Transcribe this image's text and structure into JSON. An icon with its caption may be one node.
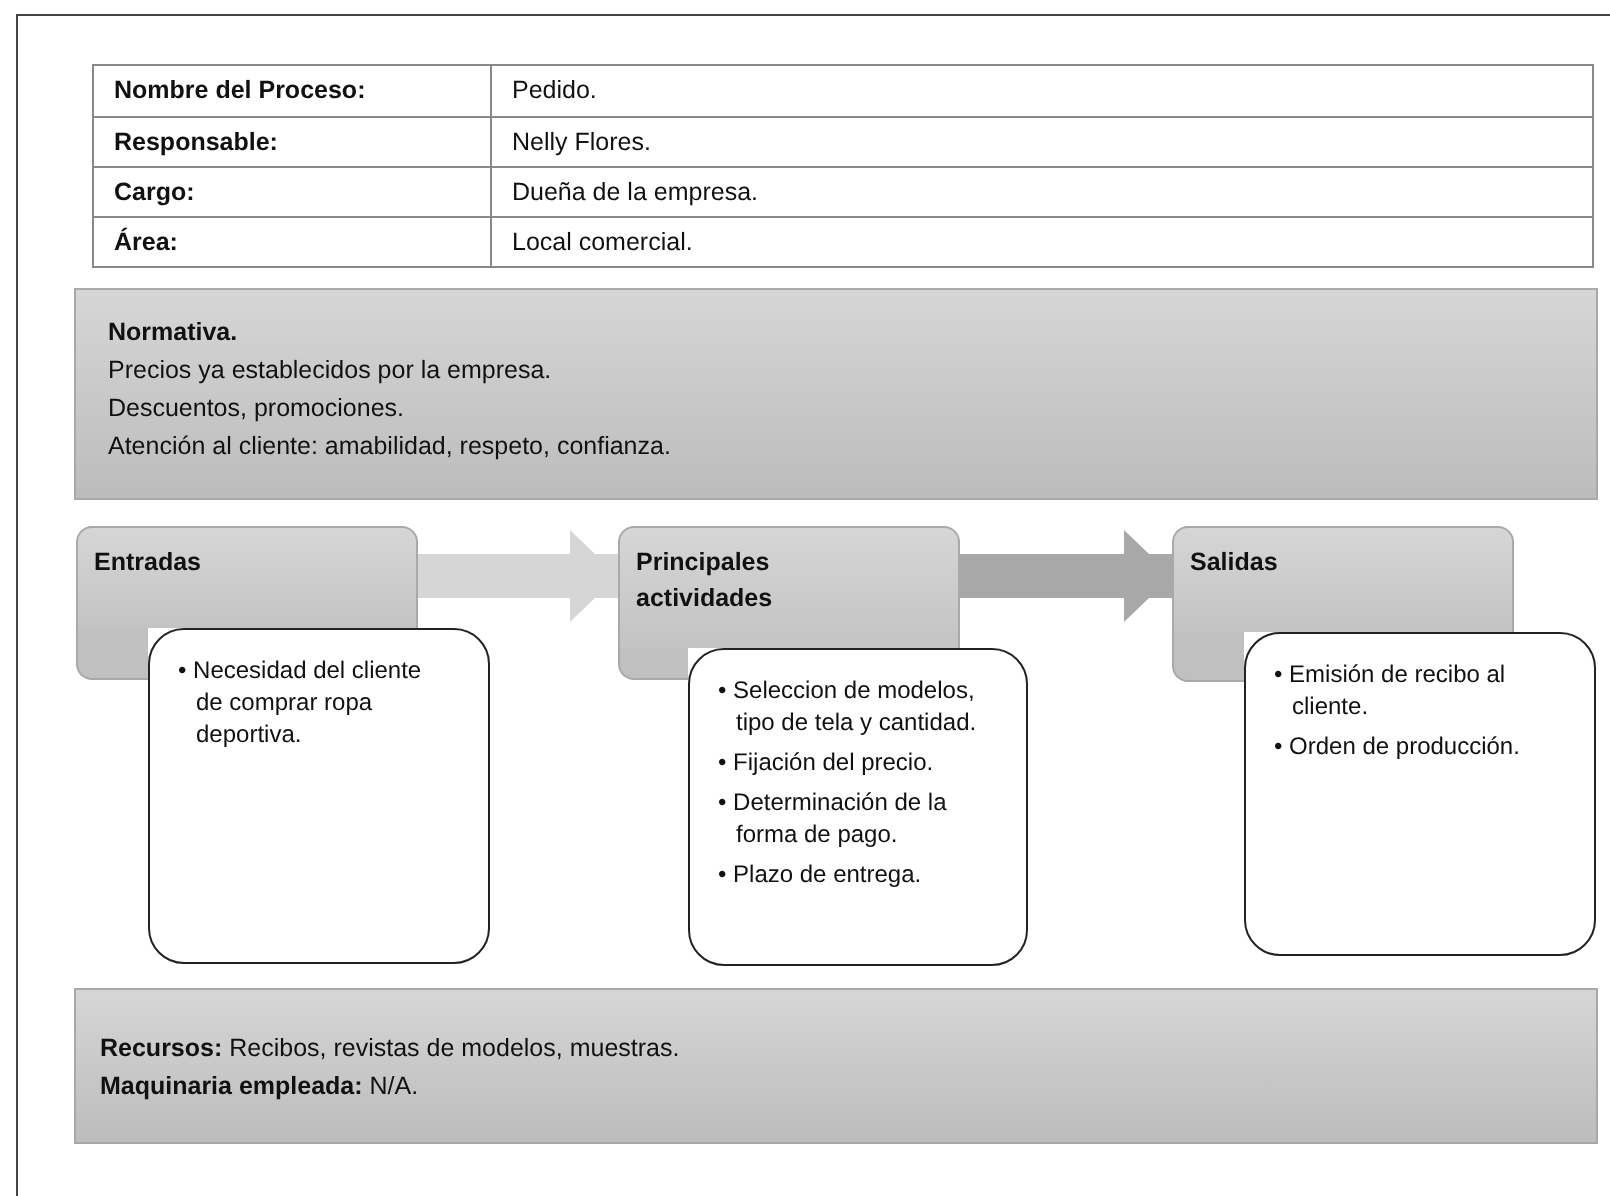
{
  "diagram": {
    "nodes": [
      {
        "text": [
          "Normativa.",
          "Precios ya establecidos por la empresa.",
          "Descuentos, promociones.",
          "Atención al cliente: amabilidad, respeto, confianza."
        ]
      },
      {
        "text": [
          "Entradas"
        ]
      },
      {
        "text": [
          "• Necesidad del cliente de comprar ropa deportiva."
        ]
      },
      {
        "text": [
          "Principales actividades"
        ]
      },
      {
        "text": [
          "• Seleccion de modelos, tipo de tela y cantidad.",
          "• Fijación del precio.",
          "• Determinación de la forma de pago.",
          "• Plazo de entrega."
        ]
      },
      {
        "text": [
          "Salidas"
        ]
      },
      {
        "text": [
          "• Emisión de recibo al cliente.",
          "• Orden de producción."
        ]
      },
      {
        "text": [
          "**Recursos:** Recibos, revistas de modelos, muestras.",
          "**Maquinaria empleada:** N/A."
        ]
      }
    ],
    "edges": [
      {
        "from": 1,
        "to": 3,
        "arrow": "to",
        "color": "#d6d6d6"
      },
      {
        "from": 3,
        "to": 5,
        "arrow": "to",
        "color": "#a8a8a8"
      }
    ],
    "labels": [
      "Nombre del Proceso:",
      "Pedido.",
      "Responsable:",
      "Nelly Flores.",
      "Cargo:",
      "Dueña de la empresa.",
      "Área:",
      "Local comercial."
    ]
  }
}
